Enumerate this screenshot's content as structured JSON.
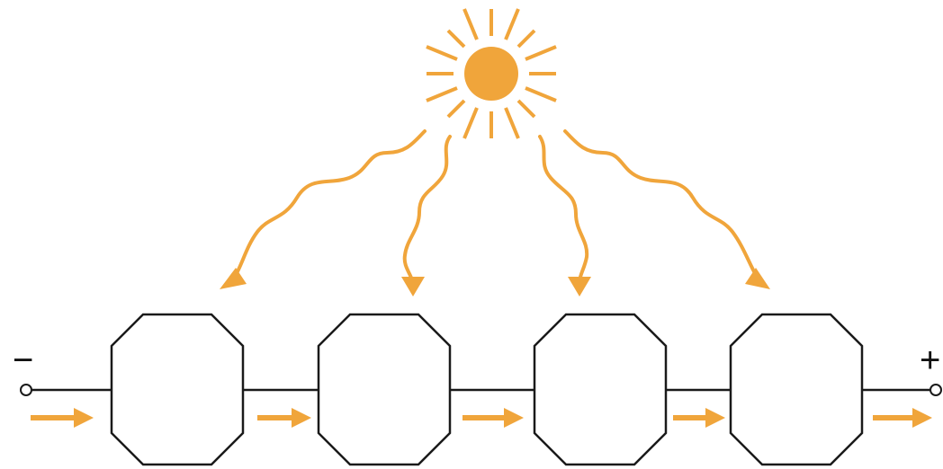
{
  "diagram": {
    "description_free": true,
    "terminals": {
      "negative": "−",
      "positive": "+"
    },
    "cell_count": 4,
    "colors": {
      "accent": "#f0a53b",
      "outline": "#1a1a1a",
      "background": "#ffffff"
    },
    "icons": [
      "sun-icon",
      "light-ray-arrow",
      "current-arrow",
      "terminal-node"
    ]
  }
}
